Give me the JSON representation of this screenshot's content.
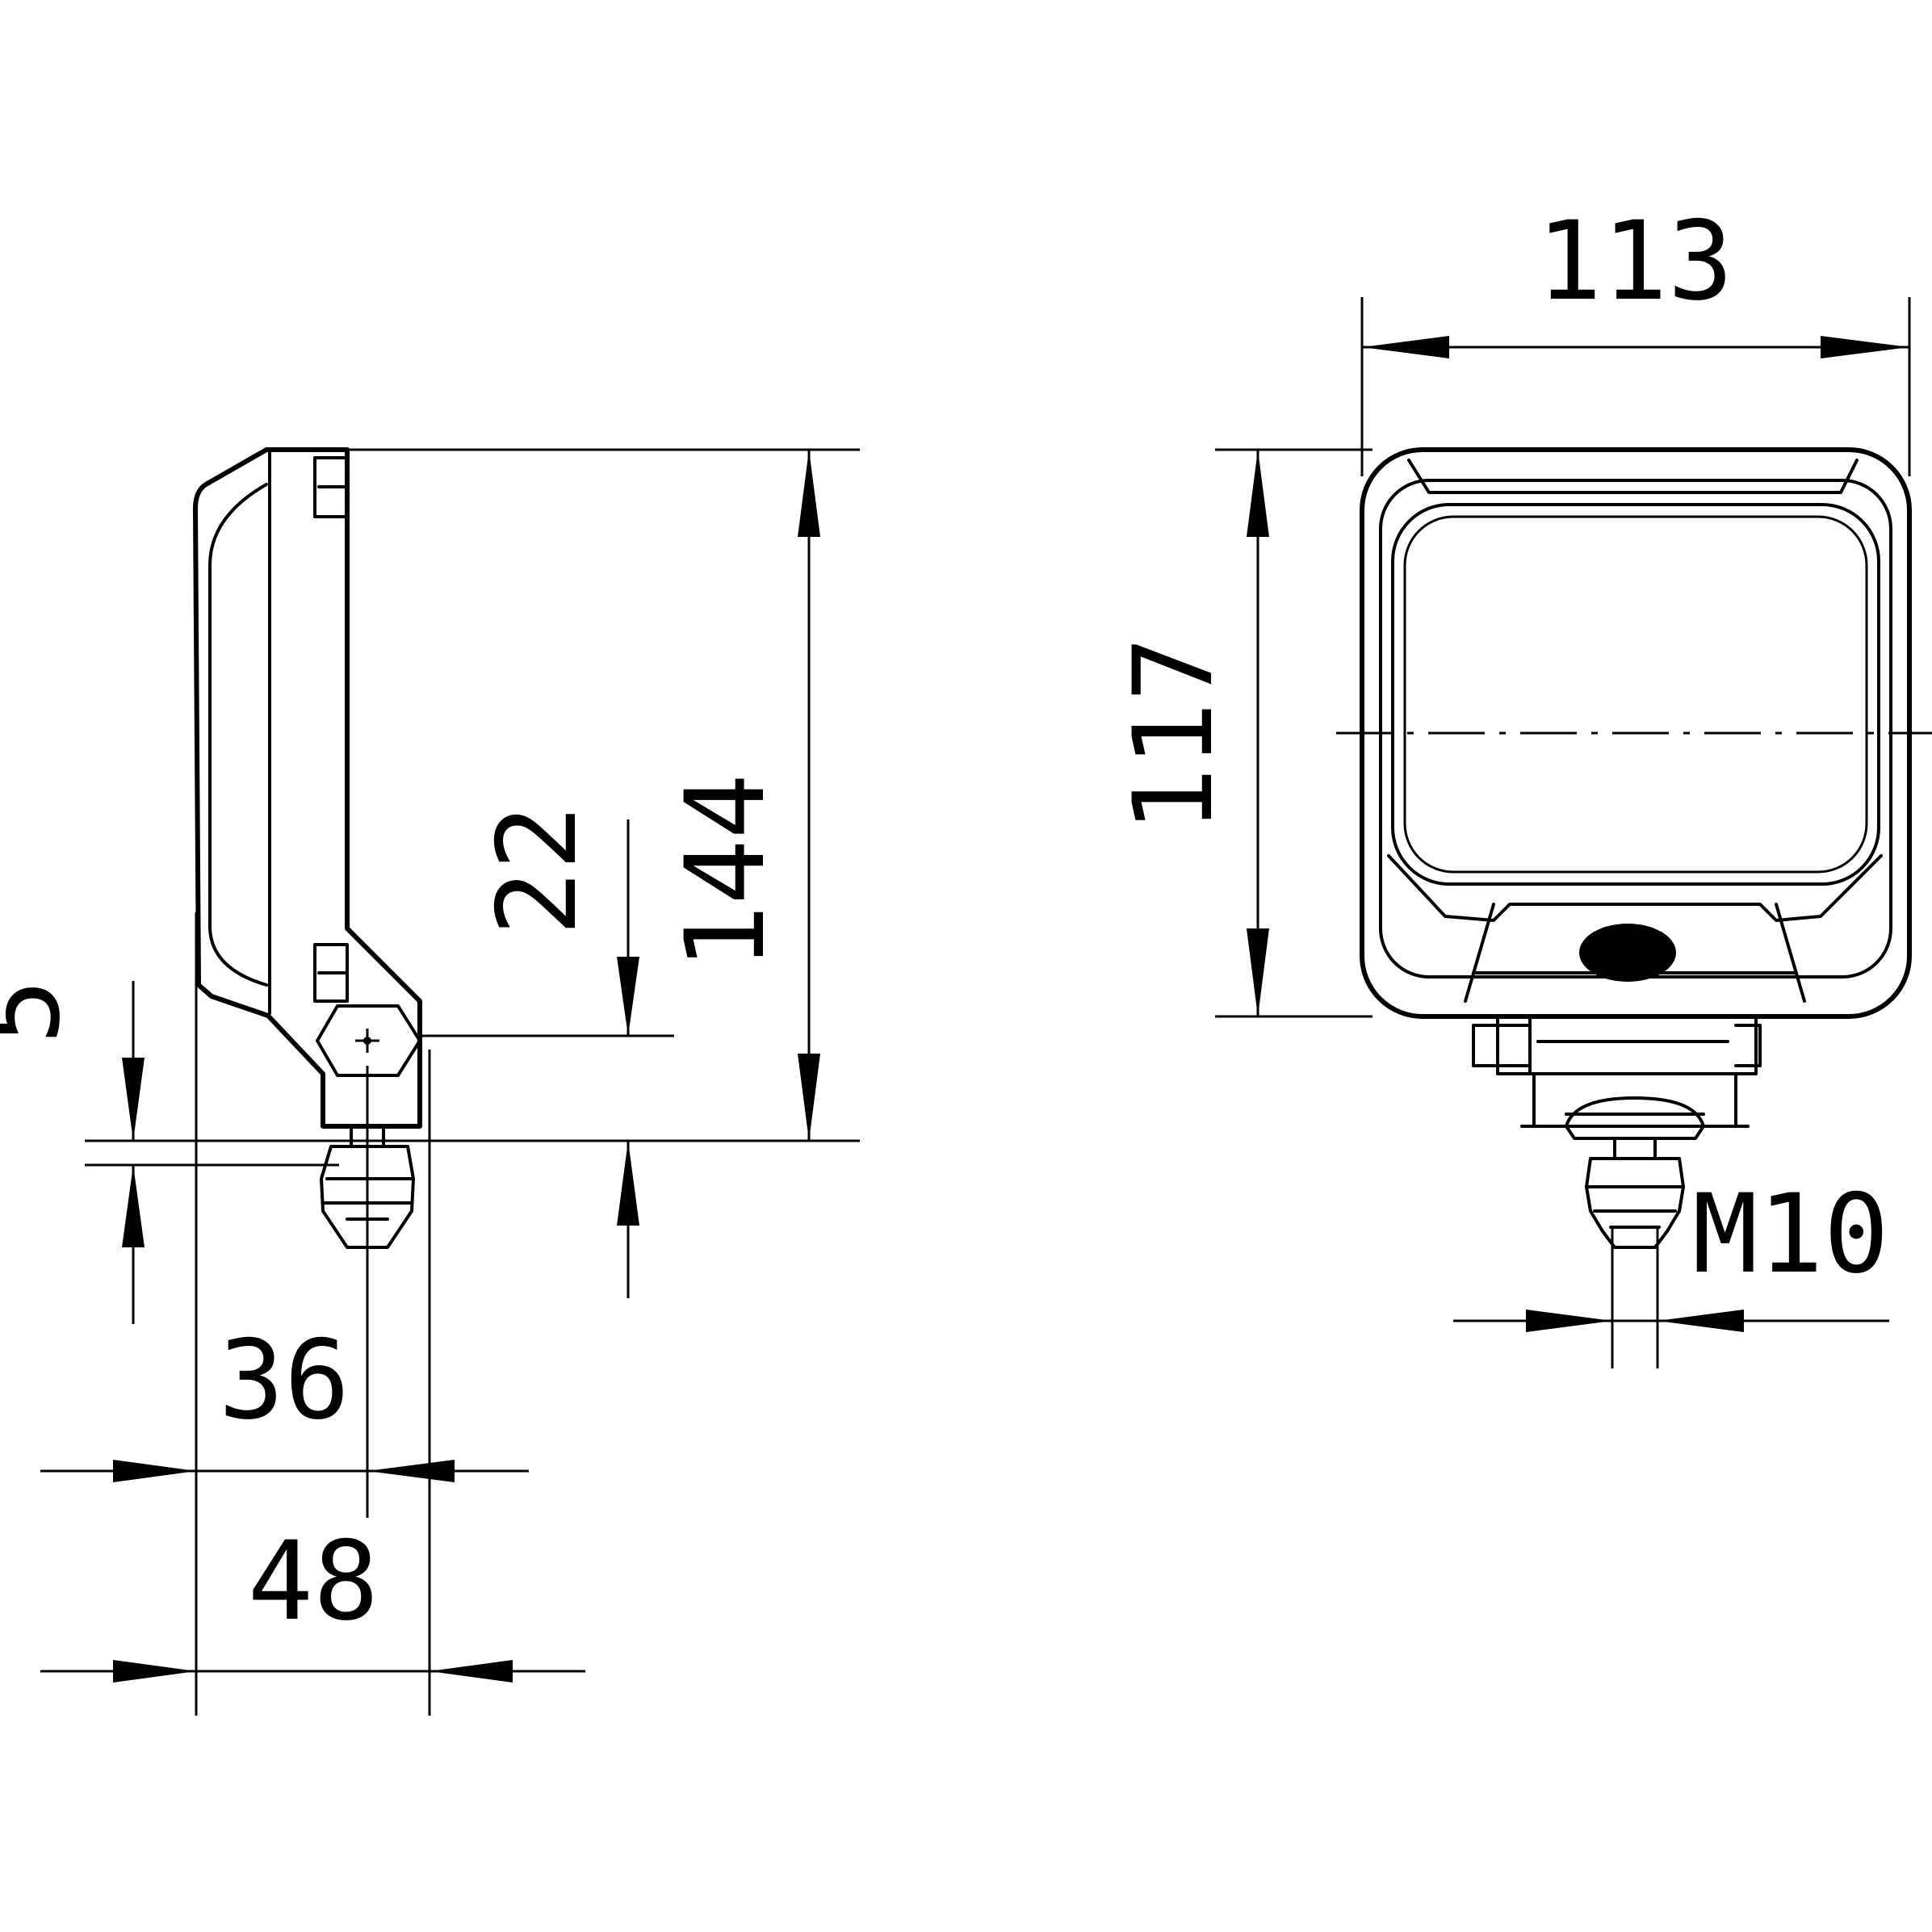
{
  "dimensions": {
    "width_label": "113",
    "height_label": "117",
    "total_height_label": "144",
    "mount_offset_label": "22",
    "bolt_offset_label": "5",
    "depth_to_bolt_label": "36",
    "total_depth_label": "48",
    "thread_label": "M10"
  }
}
